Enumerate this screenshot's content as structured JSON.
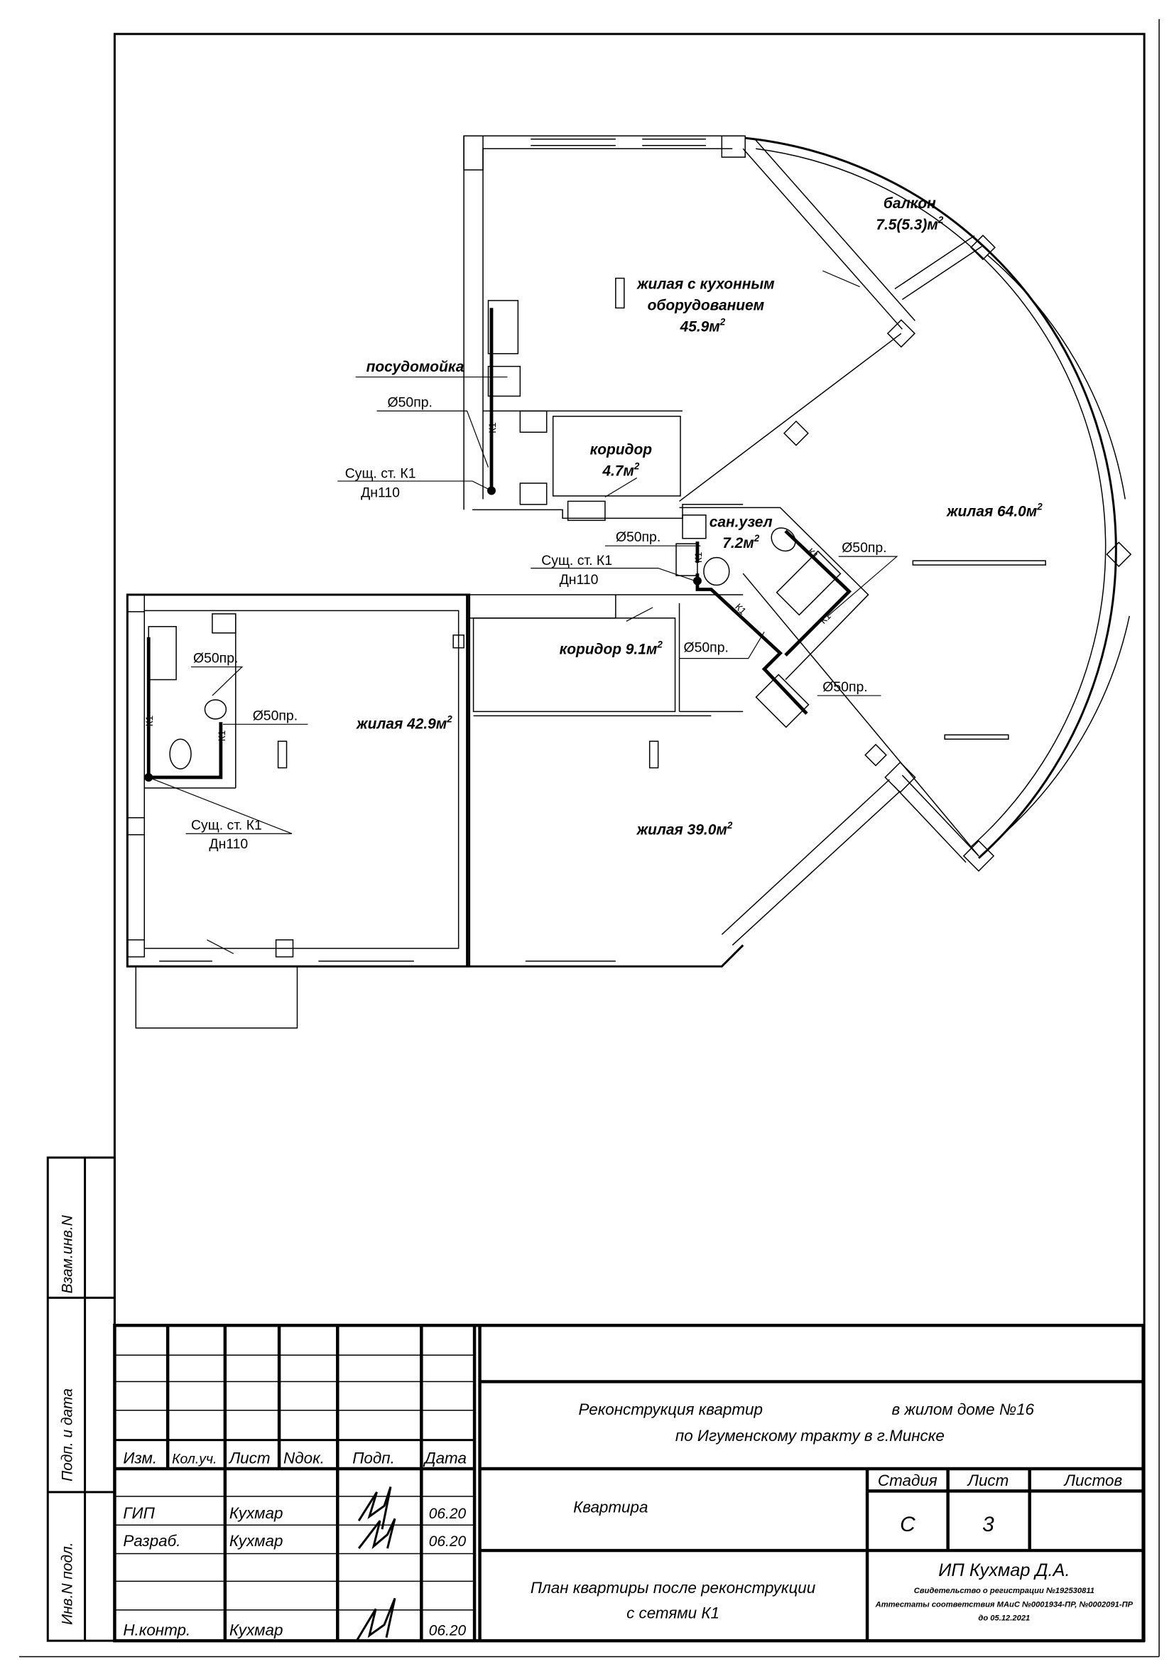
{
  "plan": {
    "rooms": {
      "kitchen_living": [
        "жилая с кухонным",
        "оборудованием",
        "45.9м"
      ],
      "balcony": [
        "балкон",
        "7.5(5.3)м"
      ],
      "corridor_small": [
        "коридор",
        "4.7м"
      ],
      "bathroom": [
        "сан.узел",
        "7.2м"
      ],
      "living_64": "жилая 64.0м",
      "corridor_91": "коридор 9.1м",
      "living_429": "жилая 42.9м",
      "living_390": "жилая 39.0м",
      "sup": "2"
    },
    "annotations": {
      "dishwasher": "посудомойка",
      "pipe_50": "Ø50пр.",
      "riser": "Сущ. ст. К1",
      "riser_dn": "Дн110",
      "pipe_tag": "К1"
    }
  },
  "side_stamp": {
    "replace_inv": "Взам.инв.N",
    "sign_date": "Подп. и дата",
    "inv_orig": "Инв.N подл."
  },
  "title_block": {
    "headers": [
      "Изм.",
      "Кол.уч.",
      "Лист",
      "Nдок.",
      "Подп.",
      "Дата"
    ],
    "rows": [
      {
        "role": "ГИП",
        "name": "Кухмар",
        "date": "06.20"
      },
      {
        "role": "Разраб.",
        "name": "Кухмар",
        "date": "06.20"
      },
      {
        "role": "Н.контр.",
        "name": "Кухмар",
        "date": "06.20"
      }
    ],
    "project_title": [
      "Реконструкция квартир",
      "в жилом доме №16",
      "по Игуменскому тракту в г.Минске"
    ],
    "object": "Квартира",
    "stage_label": "Стадия",
    "sheet_label": "Лист",
    "sheets_label": "Листов",
    "stage": "С",
    "sheet": "3",
    "sheets": "",
    "drawing_name": [
      "План квартиры после реконструкции",
      "с сетями К1"
    ],
    "company": "ИП Кухмар Д.А.",
    "company_details": [
      "Свидетельство о регистрации №192530811",
      "Аттестаты соответствия МАиС №0001934-ПР, №0002091-ПР",
      "до 05.12.2021"
    ]
  }
}
